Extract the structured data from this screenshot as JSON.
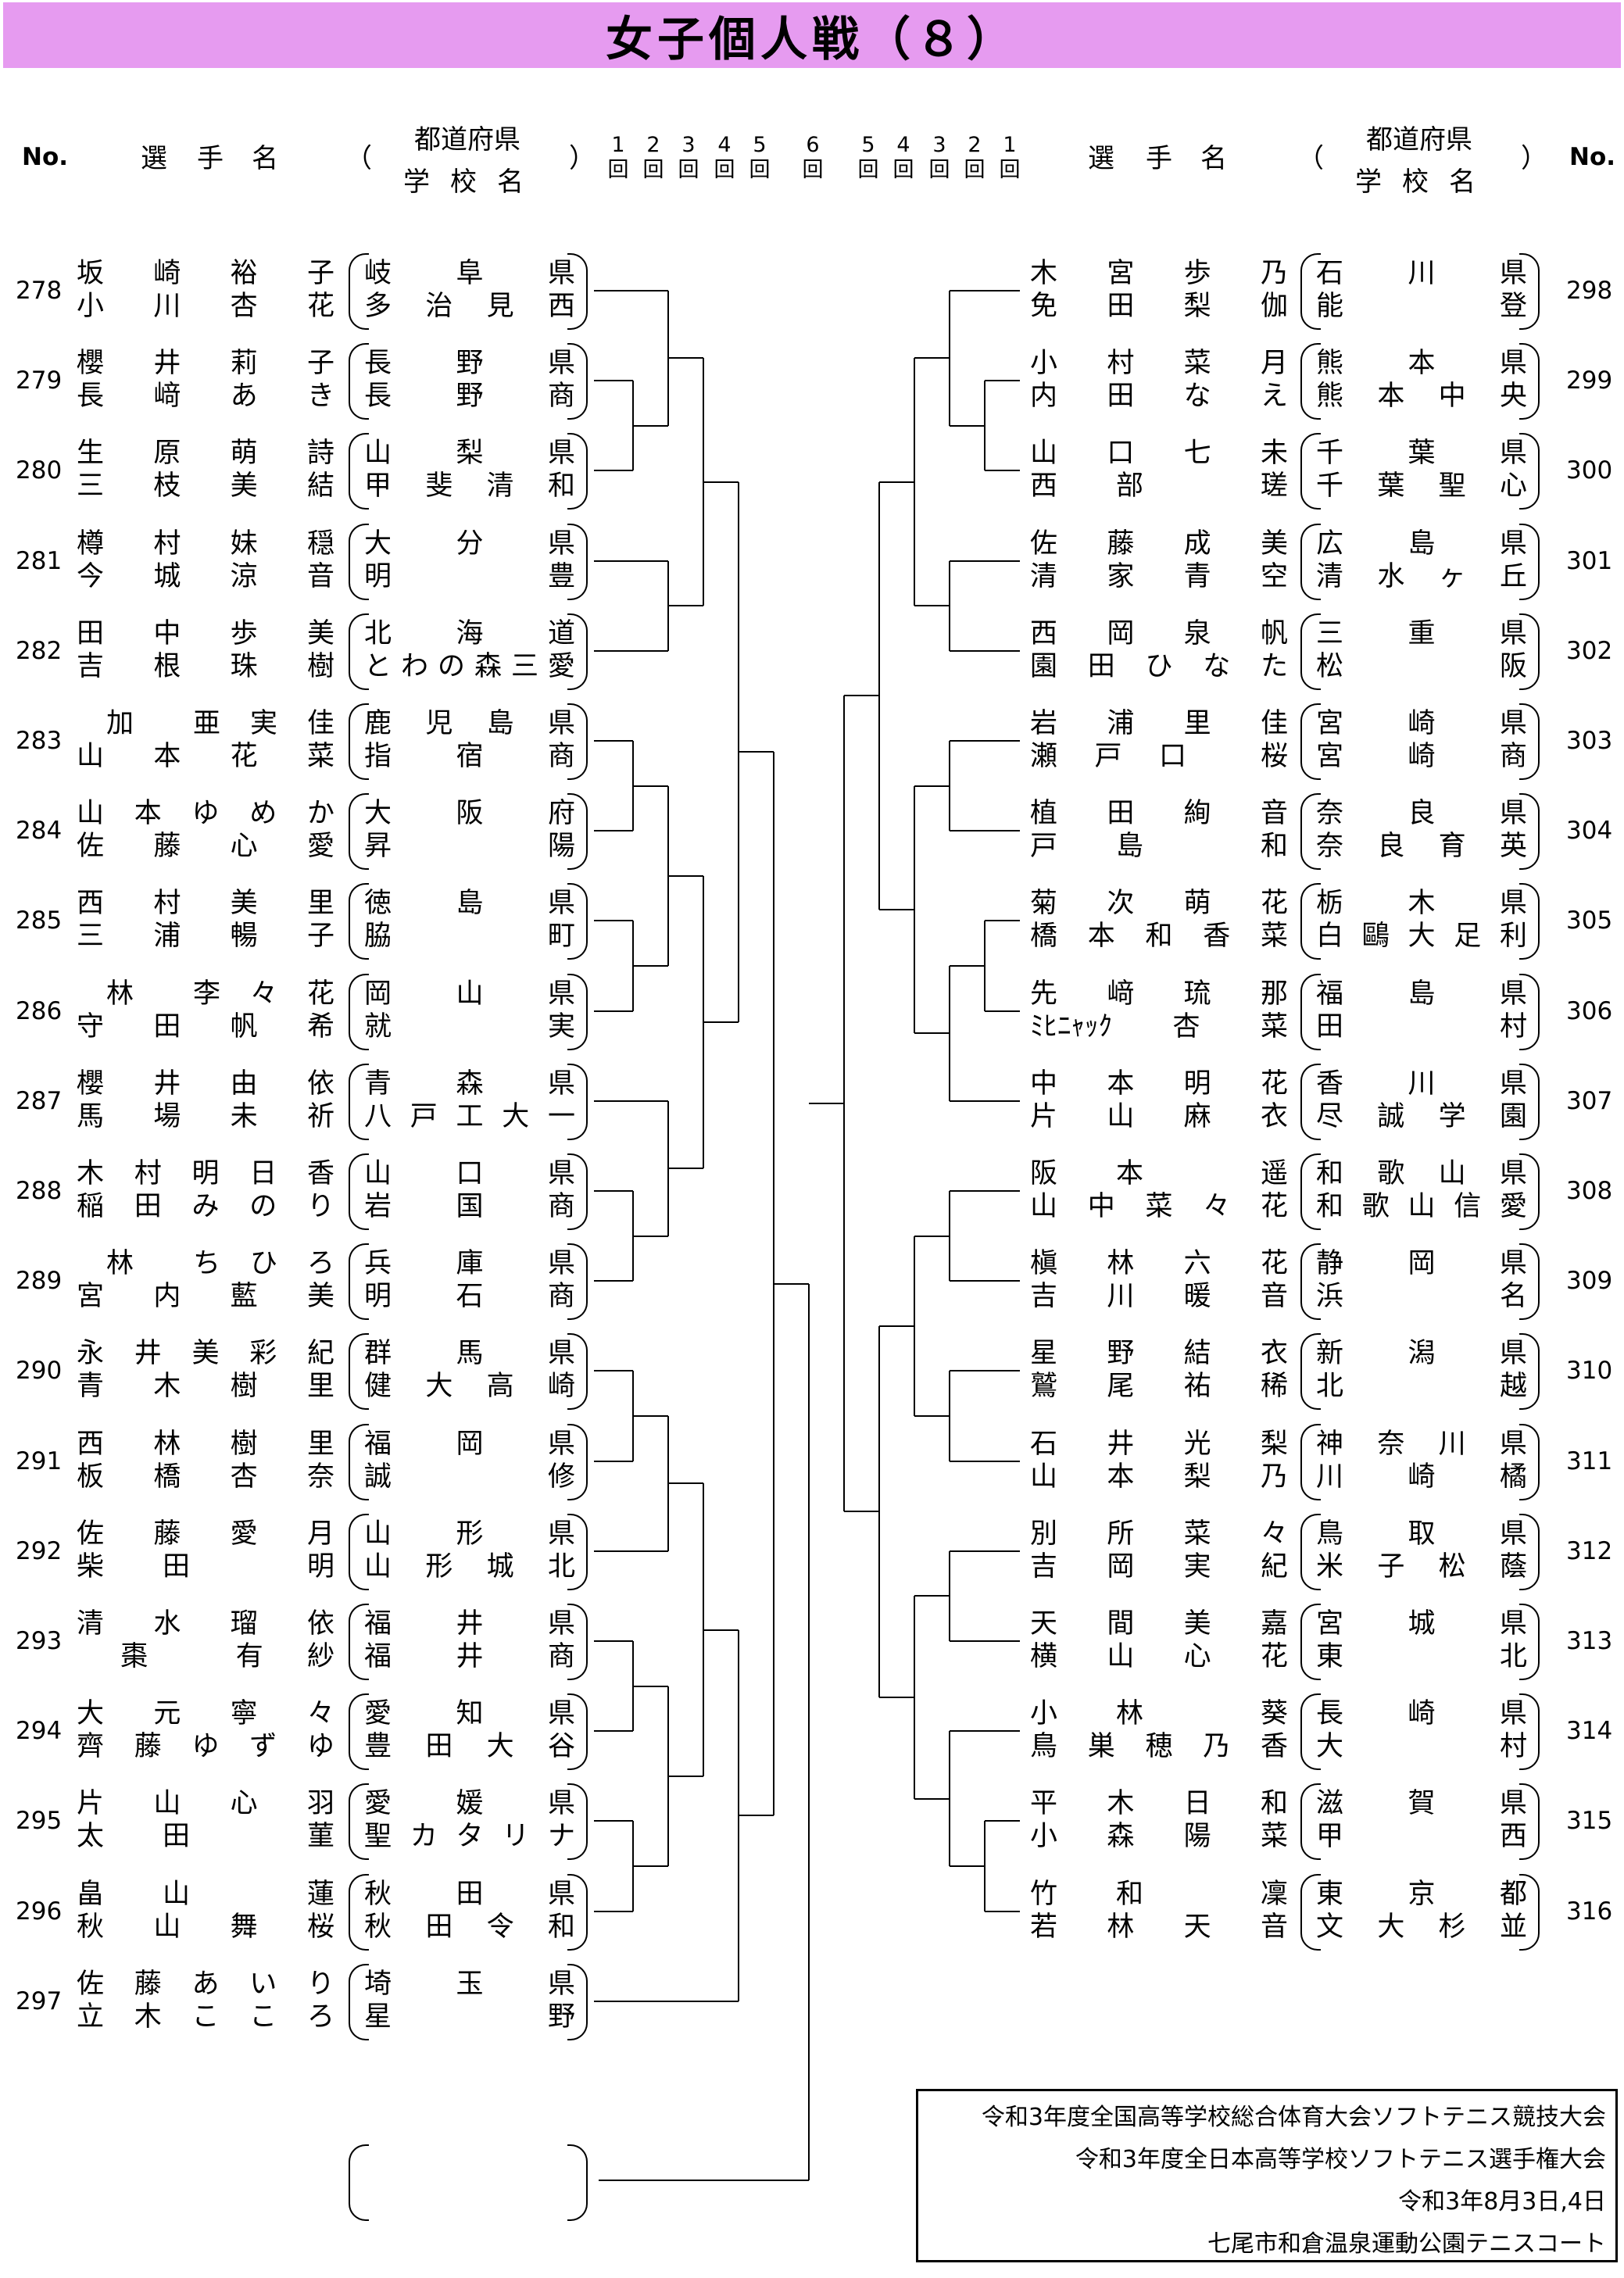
{
  "title": "女子個人戦（８）",
  "header": {
    "no": "No.",
    "player": [
      "選",
      "手",
      "名"
    ],
    "paren_open": "（",
    "paren_close": "）",
    "pref": "都道府県",
    "school": [
      "学",
      "校",
      "名"
    ],
    "rounds_left": [
      [
        "1",
        "回"
      ],
      [
        "2",
        "回"
      ],
      [
        "3",
        "回"
      ],
      [
        "4",
        "回"
      ],
      [
        "5",
        "回"
      ],
      [
        "6",
        "回"
      ]
    ],
    "rounds_right": [
      [
        "5",
        "回"
      ],
      [
        "4",
        "回"
      ],
      [
        "3",
        "回"
      ],
      [
        "2",
        "回"
      ],
      [
        "1",
        "回"
      ]
    ]
  },
  "left_pairs": [
    {
      "no": "278",
      "p1": [
        "坂",
        "崎",
        "裕",
        "子"
      ],
      "p2": [
        "小",
        "川",
        "杏",
        "花"
      ],
      "pref": [
        "岐",
        "阜",
        "県"
      ],
      "school": [
        "多",
        "治",
        "見",
        "西"
      ]
    },
    {
      "no": "279",
      "p1": [
        "櫻",
        "井",
        "莉",
        "子"
      ],
      "p2": [
        "長",
        "﨑",
        "あ",
        "き"
      ],
      "pref": [
        "長",
        "野",
        "県"
      ],
      "school": [
        "長",
        "野",
        "商"
      ]
    },
    {
      "no": "280",
      "p1": [
        "生",
        "原",
        "萌",
        "詩"
      ],
      "p2": [
        "三",
        "枝",
        "美",
        "結"
      ],
      "pref": [
        "山",
        "梨",
        "県"
      ],
      "school": [
        "甲",
        "斐",
        "清",
        "和"
      ]
    },
    {
      "no": "281",
      "p1": [
        "樽",
        "村",
        "妹",
        "穏"
      ],
      "p2": [
        "今",
        "城",
        "涼",
        "音"
      ],
      "pref": [
        "大",
        "分",
        "県"
      ],
      "school": [
        "明",
        "豊"
      ]
    },
    {
      "no": "282",
      "p1": [
        "田",
        "中",
        "歩",
        "美"
      ],
      "p2": [
        "吉",
        "根",
        "珠",
        "樹"
      ],
      "pref": [
        "北",
        "海",
        "道"
      ],
      "school": [
        "と",
        "わ",
        "の",
        "森",
        "三",
        "愛"
      ]
    },
    {
      "no": "283",
      "p1": [
        "",
        "加",
        "",
        "亜",
        "実",
        "佳"
      ],
      "p2": [
        "山",
        "本",
        "花",
        "菜"
      ],
      "pref": [
        "鹿",
        "児",
        "島",
        "県"
      ],
      "school": [
        "指",
        "宿",
        "商"
      ]
    },
    {
      "no": "284",
      "p1": [
        "山",
        "本",
        "ゆ",
        "め",
        "か"
      ],
      "p2": [
        "佐",
        "藤",
        "心",
        "愛"
      ],
      "pref": [
        "大",
        "阪",
        "府"
      ],
      "school": [
        "昇",
        "陽"
      ]
    },
    {
      "no": "285",
      "p1": [
        "西",
        "村",
        "美",
        "里"
      ],
      "p2": [
        "三",
        "浦",
        "暢",
        "子"
      ],
      "pref": [
        "徳",
        "島",
        "県"
      ],
      "school": [
        "脇",
        "町"
      ]
    },
    {
      "no": "286",
      "p1": [
        "",
        "林",
        "",
        "李",
        "々",
        "花"
      ],
      "p2": [
        "守",
        "田",
        "帆",
        "希"
      ],
      "pref": [
        "岡",
        "山",
        "県"
      ],
      "school": [
        "就",
        "実"
      ]
    },
    {
      "no": "287",
      "p1": [
        "櫻",
        "井",
        "由",
        "依"
      ],
      "p2": [
        "馬",
        "場",
        "未",
        "祈"
      ],
      "pref": [
        "青",
        "森",
        "県"
      ],
      "school": [
        "八",
        "戸",
        "工",
        "大",
        "一"
      ]
    },
    {
      "no": "288",
      "p1": [
        "木",
        "村",
        "明",
        "日",
        "香"
      ],
      "p2": [
        "稲",
        "田",
        "み",
        "の",
        "り"
      ],
      "pref": [
        "山",
        "口",
        "県"
      ],
      "school": [
        "岩",
        "国",
        "商"
      ]
    },
    {
      "no": "289",
      "p1": [
        "",
        "林",
        "",
        "ち",
        "ひ",
        "ろ"
      ],
      "p2": [
        "宮",
        "内",
        "藍",
        "美"
      ],
      "pref": [
        "兵",
        "庫",
        "県"
      ],
      "school": [
        "明",
        "石",
        "商"
      ]
    },
    {
      "no": "290",
      "p1": [
        "永",
        "井",
        "美",
        "彩",
        "紀"
      ],
      "p2": [
        "青",
        "木",
        "樹",
        "里"
      ],
      "pref": [
        "群",
        "馬",
        "県"
      ],
      "school": [
        "健",
        "大",
        "高",
        "崎"
      ]
    },
    {
      "no": "291",
      "p1": [
        "西",
        "林",
        "樹",
        "里"
      ],
      "p2": [
        "板",
        "橋",
        "杏",
        "奈"
      ],
      "pref": [
        "福",
        "岡",
        "県"
      ],
      "school": [
        "誠",
        "修"
      ]
    },
    {
      "no": "292",
      "p1": [
        "佐",
        "藤",
        "愛",
        "月"
      ],
      "p2": [
        "柴",
        "田",
        "",
        "明"
      ],
      "pref": [
        "山",
        "形",
        "県"
      ],
      "school": [
        "山",
        "形",
        "城",
        "北"
      ]
    },
    {
      "no": "293",
      "p1": [
        "清",
        "水",
        "瑠",
        "依"
      ],
      "p2": [
        "",
        "棗",
        "",
        "有",
        "紗"
      ],
      "pref": [
        "福",
        "井",
        "県"
      ],
      "school": [
        "福",
        "井",
        "商"
      ]
    },
    {
      "no": "294",
      "p1": [
        "大",
        "元",
        "寧",
        "々"
      ],
      "p2": [
        "齊",
        "藤",
        "ゆ",
        "ず",
        "ゆ"
      ],
      "pref": [
        "愛",
        "知",
        "県"
      ],
      "school": [
        "豊",
        "田",
        "大",
        "谷"
      ]
    },
    {
      "no": "295",
      "p1": [
        "片",
        "山",
        "心",
        "羽"
      ],
      "p2": [
        "太",
        "田",
        "",
        "菫"
      ],
      "pref": [
        "愛",
        "媛",
        "県"
      ],
      "school": [
        "聖",
        "カ",
        "タ",
        "リ",
        "ナ"
      ]
    },
    {
      "no": "296",
      "p1": [
        "畠",
        "山",
        "",
        "蓮"
      ],
      "p2": [
        "秋",
        "山",
        "舞",
        "桜"
      ],
      "pref": [
        "秋",
        "田",
        "県"
      ],
      "school": [
        "秋",
        "田",
        "令",
        "和"
      ]
    },
    {
      "no": "297",
      "p1": [
        "佐",
        "藤",
        "あ",
        "い",
        "り"
      ],
      "p2": [
        "立",
        "木",
        "こ",
        "こ",
        "ろ"
      ],
      "pref": [
        "埼",
        "玉",
        "県"
      ],
      "school": [
        "星",
        "野"
      ]
    }
  ],
  "right_pairs": [
    {
      "no": "298",
      "p1": [
        "木",
        "宮",
        "歩",
        "乃"
      ],
      "p2": [
        "免",
        "田",
        "梨",
        "伽"
      ],
      "pref": [
        "石",
        "川",
        "県"
      ],
      "school": [
        "能",
        "登"
      ]
    },
    {
      "no": "299",
      "p1": [
        "小",
        "村",
        "菜",
        "月"
      ],
      "p2": [
        "内",
        "田",
        "な",
        "え"
      ],
      "pref": [
        "熊",
        "本",
        "県"
      ],
      "school": [
        "熊",
        "本",
        "中",
        "央"
      ]
    },
    {
      "no": "300",
      "p1": [
        "山",
        "口",
        "七",
        "未"
      ],
      "p2": [
        "西",
        "部",
        "",
        "瑳"
      ],
      "pref": [
        "千",
        "葉",
        "県"
      ],
      "school": [
        "千",
        "葉",
        "聖",
        "心"
      ]
    },
    {
      "no": "301",
      "p1": [
        "佐",
        "藤",
        "成",
        "美"
      ],
      "p2": [
        "清",
        "家",
        "青",
        "空"
      ],
      "pref": [
        "広",
        "島",
        "県"
      ],
      "school": [
        "清",
        "水",
        "ヶ",
        "丘"
      ]
    },
    {
      "no": "302",
      "p1": [
        "西",
        "岡",
        "泉",
        "帆"
      ],
      "p2": [
        "園",
        "田",
        "ひ",
        "な",
        "た"
      ],
      "pref": [
        "三",
        "重",
        "県"
      ],
      "school": [
        "松",
        "阪"
      ]
    },
    {
      "no": "303",
      "p1": [
        "岩",
        "浦",
        "里",
        "佳"
      ],
      "p2": [
        "瀬",
        "戸",
        "口",
        "",
        "桜"
      ],
      "pref": [
        "宮",
        "崎",
        "県"
      ],
      "school": [
        "宮",
        "崎",
        "商"
      ]
    },
    {
      "no": "304",
      "p1": [
        "植",
        "田",
        "絢",
        "音"
      ],
      "p2": [
        "戸",
        "島",
        "",
        "和"
      ],
      "pref": [
        "奈",
        "良",
        "県"
      ],
      "school": [
        "奈",
        "良",
        "育",
        "英"
      ]
    },
    {
      "no": "305",
      "p1": [
        "菊",
        "次",
        "萌",
        "花"
      ],
      "p2": [
        "橋",
        "本",
        "和",
        "香",
        "菜"
      ],
      "pref": [
        "栃",
        "木",
        "県"
      ],
      "school": [
        "白",
        "鷗",
        "大",
        "足",
        "利"
      ]
    },
    {
      "no": "306",
      "p1": [
        "先",
        "﨑",
        "琉",
        "那"
      ],
      "p2": [
        "ﾐﾋﾆｬｯｸ",
        "杏",
        "菜"
      ],
      "pref": [
        "福",
        "島",
        "県"
      ],
      "school": [
        "田",
        "村"
      ]
    },
    {
      "no": "307",
      "p1": [
        "中",
        "本",
        "明",
        "花"
      ],
      "p2": [
        "片",
        "山",
        "麻",
        "衣"
      ],
      "pref": [
        "香",
        "川",
        "県"
      ],
      "school": [
        "尽",
        "誠",
        "学",
        "園"
      ]
    },
    {
      "no": "308",
      "p1": [
        "阪",
        "本",
        "",
        "遥"
      ],
      "p2": [
        "山",
        "中",
        "菜",
        "々",
        "花"
      ],
      "pref": [
        "和",
        "歌",
        "山",
        "県"
      ],
      "school": [
        "和",
        "歌",
        "山",
        "信",
        "愛"
      ]
    },
    {
      "no": "309",
      "p1": [
        "槇",
        "林",
        "六",
        "花"
      ],
      "p2": [
        "吉",
        "川",
        "暖",
        "音"
      ],
      "pref": [
        "静",
        "岡",
        "県"
      ],
      "school": [
        "浜",
        "名"
      ]
    },
    {
      "no": "310",
      "p1": [
        "星",
        "野",
        "結",
        "衣"
      ],
      "p2": [
        "鷲",
        "尾",
        "祐",
        "稀"
      ],
      "pref": [
        "新",
        "潟",
        "県"
      ],
      "school": [
        "北",
        "越"
      ]
    },
    {
      "no": "311",
      "p1": [
        "石",
        "井",
        "光",
        "梨"
      ],
      "p2": [
        "山",
        "本",
        "梨",
        "乃"
      ],
      "pref": [
        "神",
        "奈",
        "川",
        "県"
      ],
      "school": [
        "川",
        "崎",
        "橘"
      ]
    },
    {
      "no": "312",
      "p1": [
        "別",
        "所",
        "菜",
        "々"
      ],
      "p2": [
        "吉",
        "岡",
        "実",
        "紀"
      ],
      "pref": [
        "鳥",
        "取",
        "県"
      ],
      "school": [
        "米",
        "子",
        "松",
        "蔭"
      ]
    },
    {
      "no": "313",
      "p1": [
        "天",
        "間",
        "美",
        "嘉"
      ],
      "p2": [
        "横",
        "山",
        "心",
        "花"
      ],
      "pref": [
        "宮",
        "城",
        "県"
      ],
      "school": [
        "東",
        "北"
      ]
    },
    {
      "no": "314",
      "p1": [
        "小",
        "林",
        "",
        "葵"
      ],
      "p2": [
        "鳥",
        "巣",
        "穂",
        "乃",
        "香"
      ],
      "pref": [
        "長",
        "崎",
        "県"
      ],
      "school": [
        "大",
        "村"
      ]
    },
    {
      "no": "315",
      "p1": [
        "平",
        "木",
        "日",
        "和"
      ],
      "p2": [
        "小",
        "森",
        "陽",
        "菜"
      ],
      "pref": [
        "滋",
        "賀",
        "県"
      ],
      "school": [
        "甲",
        "西"
      ]
    },
    {
      "no": "316",
      "p1": [
        "竹",
        "和",
        "",
        "凜"
      ],
      "p2": [
        "若",
        "林",
        "天",
        "音"
      ],
      "pref": [
        "東",
        "京",
        "都"
      ],
      "school": [
        "文",
        "大",
        "杉",
        "並"
      ]
    }
  ],
  "info": [
    "令和3年度全国高等学校総合体育大会ソフトテニス競技大会",
    "令和3年度全日本高等学校ソフトテニス選手権大会",
    "令和3年8月3日,4日",
    "七尾市和倉温泉運動公園テニスコート"
  ]
}
